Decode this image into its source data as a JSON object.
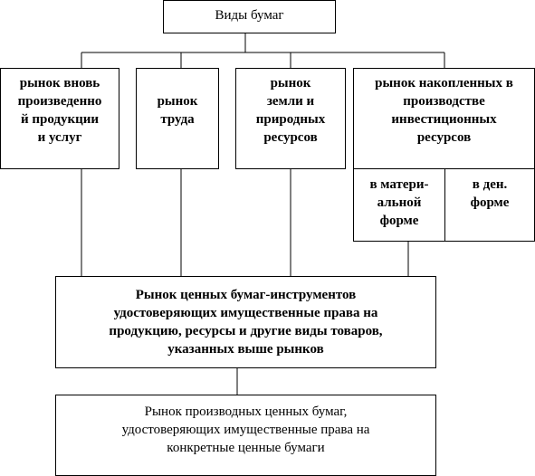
{
  "diagram": {
    "root": "Виды бумаг",
    "markets": [
      {
        "lines": [
          "рынок вновь",
          "произведенно",
          "й продукции",
          "и услуг"
        ]
      },
      {
        "lines": [
          "рынок",
          "труда"
        ]
      },
      {
        "lines": [
          "рынок",
          "земли и",
          "природных",
          "ресурсов"
        ]
      },
      {
        "lines": [
          "рынок накопленных в",
          "производстве",
          "инвестиционных",
          "ресурсов"
        ]
      }
    ],
    "forms": [
      {
        "lines": [
          "в матери-",
          "альной",
          "форме"
        ]
      },
      {
        "lines": [
          "в ден.",
          "форме"
        ]
      }
    ],
    "instruments": [
      "Рынок ценных бумаг-инструментов",
      "удостоверяющих имущественные права на",
      "продукцию, ресурсы и другие виды товаров,",
      "указанных выше рынков"
    ],
    "derivatives": [
      "Рынок производных ценных бумаг,",
      "удостоверяющих имущественные права на",
      "конкретные ценные бумаги"
    ]
  }
}
